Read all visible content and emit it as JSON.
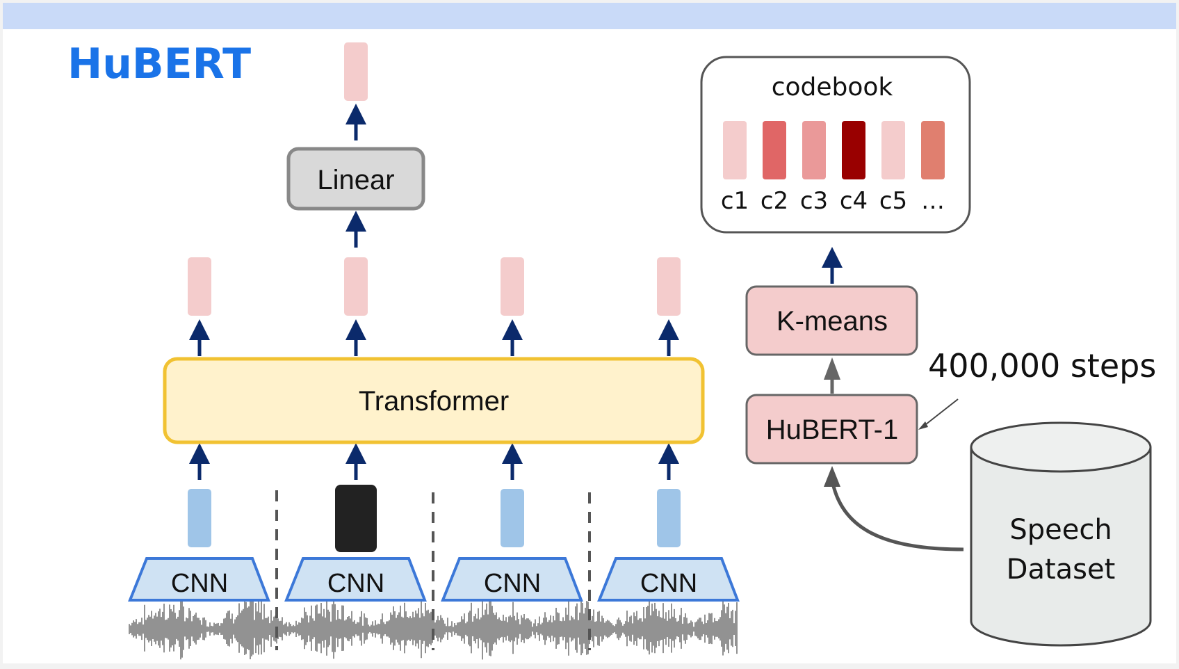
{
  "title": "HuBERT",
  "blocks": {
    "linear": "Linear",
    "transformer": "Transformer",
    "cnn": [
      "CNN",
      "CNN",
      "CNN",
      "CNN"
    ],
    "kmeans": "K-means",
    "hubert1": "HuBERT-1"
  },
  "codebook": {
    "title": "codebook",
    "codes": [
      {
        "label": "c1",
        "color": "#f4cccc"
      },
      {
        "label": "c2",
        "color": "#e06666"
      },
      {
        "label": "c3",
        "color": "#ea9999"
      },
      {
        "label": "c4",
        "color": "#990000"
      },
      {
        "label": "c5",
        "color": "#f4cccc"
      },
      {
        "label": "…",
        "color": "#e07f6f"
      }
    ]
  },
  "steps_label": "400,000 steps",
  "dataset": {
    "line1": "Speech",
    "line2": "Dataset"
  },
  "colors": {
    "header_band": "#c9daf8",
    "title": "#1a73e8",
    "arrow": "#0b2a6b",
    "output_vector": "#f4cccc",
    "input_vector": "#9fc5e8",
    "masked_vector": "#222222",
    "transformer_fill": "#fff2cc",
    "transformer_border": "#f1c232",
    "cnn_fill": "#cfe2f3",
    "cnn_border": "#3c78d8",
    "pink_box": "#f4cccc",
    "linear_fill": "#d9d9d9"
  }
}
